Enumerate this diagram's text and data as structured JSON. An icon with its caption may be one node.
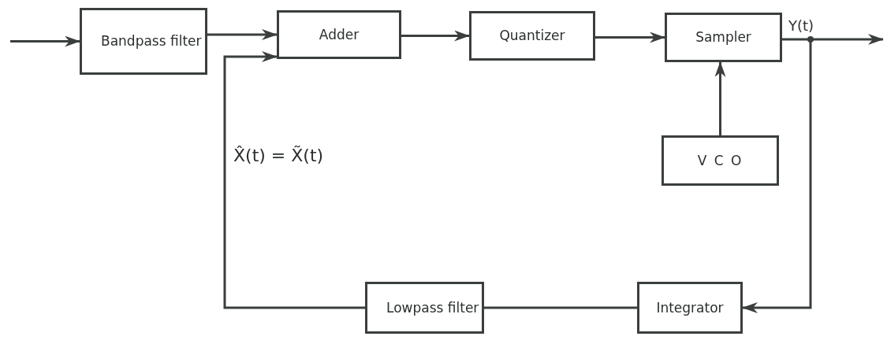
{
  "diagram": {
    "nodes": [
      {
        "text": [
          "Bandpass filter"
        ]
      },
      {
        "text": [
          "Adder"
        ]
      },
      {
        "text": [
          "Quantizer"
        ]
      },
      {
        "text": [
          "Sampler"
        ]
      },
      {
        "text": [
          "V C O"
        ]
      },
      {
        "text": [
          "Integrator"
        ]
      },
      {
        "text": [
          "Lowpass filter"
        ]
      }
    ],
    "edges": [
      {
        "from": null,
        "to": 0,
        "arrow": "to"
      },
      {
        "from": 0,
        "to": 1,
        "arrow": "to"
      },
      {
        "from": 1,
        "to": 2,
        "arrow": "to"
      },
      {
        "from": 2,
        "to": 3,
        "arrow": "to"
      },
      {
        "from": 4,
        "to": 3,
        "arrow": "to"
      },
      {
        "from": 3,
        "to": null,
        "arrow": "to"
      },
      {
        "from": 3,
        "to": 5,
        "arrow": "to"
      },
      {
        "from": 5,
        "to": 6,
        "arrow": "to"
      },
      {
        "from": 6,
        "to": 1,
        "arrow": "to"
      }
    ],
    "labels": [
      "Y(t)",
      "X̂(t) = X̃(t)"
    ]
  }
}
